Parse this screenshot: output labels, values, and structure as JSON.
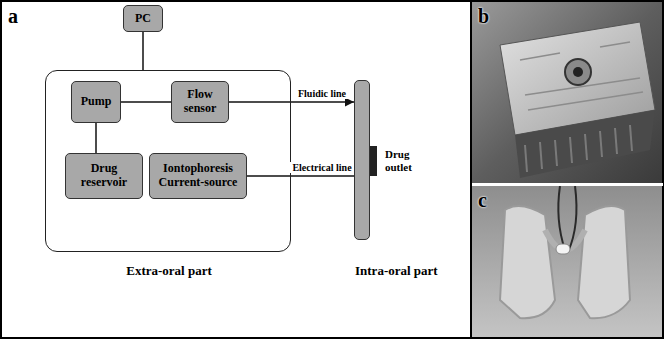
{
  "diagram": {
    "nodes": [
      {
        "text": [
          "PC"
        ]
      },
      {
        "text": [
          "Extra-oral part"
        ]
      },
      {
        "text": [
          "Pump"
        ],
        "in": 1
      },
      {
        "text": [
          "Flow sensor"
        ],
        "in": 1
      },
      {
        "text": [
          "Drug reservoir"
        ],
        "in": 1
      },
      {
        "text": [
          "Iontophoresis Current-source"
        ],
        "in": 1
      },
      {
        "text": [
          "Intra-oral part"
        ]
      },
      {
        "text": [
          "Drug outlet"
        ]
      }
    ],
    "edges": [
      {
        "from": 0,
        "to": 1,
        "arrow": "none"
      },
      {
        "from": 2,
        "to": 3,
        "arrow": "none"
      },
      {
        "from": 2,
        "to": 4,
        "arrow": "none"
      },
      {
        "from": 3,
        "to": 6,
        "arrow": "to",
        "label": "Fluidic line"
      },
      {
        "from": 5,
        "to": 6,
        "arrow": "none",
        "label": "Electrical line"
      }
    ],
    "labels": [
      "a",
      "b",
      "c"
    ]
  }
}
